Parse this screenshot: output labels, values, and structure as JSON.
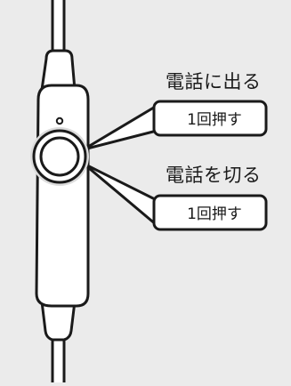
{
  "labels": {
    "answer_action": "電話に出る",
    "answer_instruction": "1回押す",
    "end_action": "電話を切る",
    "end_instruction": "1回押す"
  },
  "colors": {
    "background": "#ebebeb",
    "outline": "#1a1a1a",
    "fill": "#ffffff"
  }
}
